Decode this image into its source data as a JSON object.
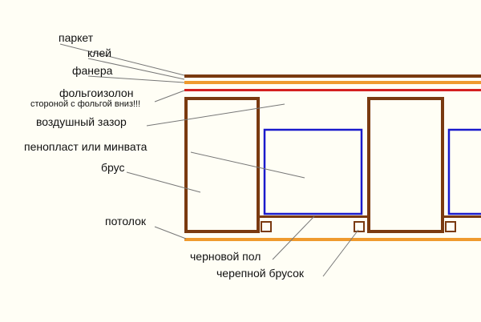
{
  "labels": {
    "parquet": "паркет",
    "glue": "клей",
    "plywood": "фанера",
    "foil_insulation": "фольгоизолон",
    "foil_note": "стороной с фольгой вниз!!!",
    "air_gap": "воздушный зазор",
    "foam_or_wool": "пенопласт или минвата",
    "beam": "брус",
    "ceiling": "потолок",
    "subfloor": "черновой пол",
    "cranial_bar": "черепной брусок"
  },
  "colors": {
    "background": "#fffef5",
    "parquet": "#7a3a10",
    "plywood": "#ef9a2e",
    "foil_insulation": "#d42020",
    "beam": "#7a3a10",
    "insulation": "#1a1acc",
    "ceiling": "#ef9a2e",
    "leader": "#777777"
  }
}
